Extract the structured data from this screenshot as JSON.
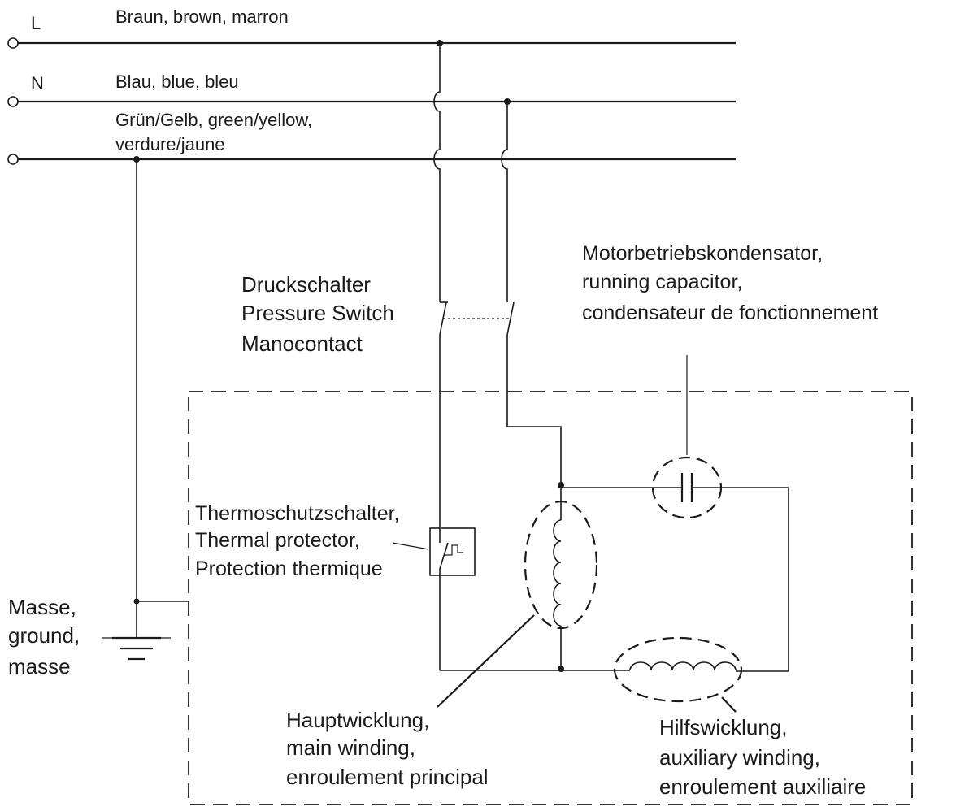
{
  "terminals": {
    "L": "L",
    "N": "N"
  },
  "wires": {
    "L_colors": "Braun, brown, marron",
    "N_colors": "Blau, blue, bleu",
    "PE_colors_line1": "Grün/Gelb, green/yellow,",
    "PE_colors_line2": "verdure/jaune"
  },
  "pressure_switch": {
    "line1": "Druckschalter",
    "line2": "Pressure Switch",
    "line3": "Manocontact"
  },
  "running_capacitor": {
    "line1": "Motorbetriebskondensator,",
    "line2": "running capacitor,",
    "line3": "condensateur de fonctionnement"
  },
  "thermal_protector": {
    "line1": "Thermoschutzschalter,",
    "line2": "Thermal protector,",
    "line3": "Protection thermique"
  },
  "ground": {
    "line1": "Masse,",
    "line2": "ground,",
    "line3": "masse"
  },
  "main_winding": {
    "line1": "Hauptwicklung,",
    "line2": "main winding,",
    "line3": "enroulement principal"
  },
  "auxiliary_winding": {
    "line1": "Hilfswicklung,",
    "line2": "auxiliary winding,",
    "line3": "enroulement auxiliaire"
  }
}
